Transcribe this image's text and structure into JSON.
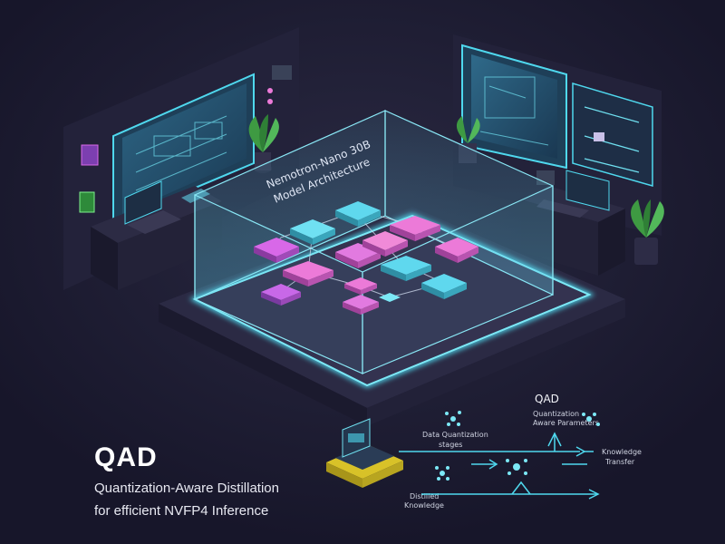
{
  "hologram": {
    "title_line1": "Nemotron-Nano 30B",
    "title_line2": "Model Architecture"
  },
  "diagram": {
    "heading": "QAD",
    "labels": {
      "quant_params": [
        "Quantization",
        "Aware Parameters"
      ],
      "data_quant": [
        "Data Quantization",
        "stages"
      ],
      "knowledge_transfer": [
        "Knowledge",
        "Transfer"
      ],
      "distilled_knowledge": [
        "Distilled",
        "Knowledge"
      ]
    }
  },
  "caption": {
    "title": "QAD",
    "subtitle_line1": "Quantization-Aware Distillation",
    "subtitle_line2": "for efficient NVFP4 Inference"
  },
  "colors": {
    "background": "#1c1b2e",
    "cyan": "#4fd8ee",
    "magenta": "#d868e8",
    "pink": "#ec7ad8"
  }
}
